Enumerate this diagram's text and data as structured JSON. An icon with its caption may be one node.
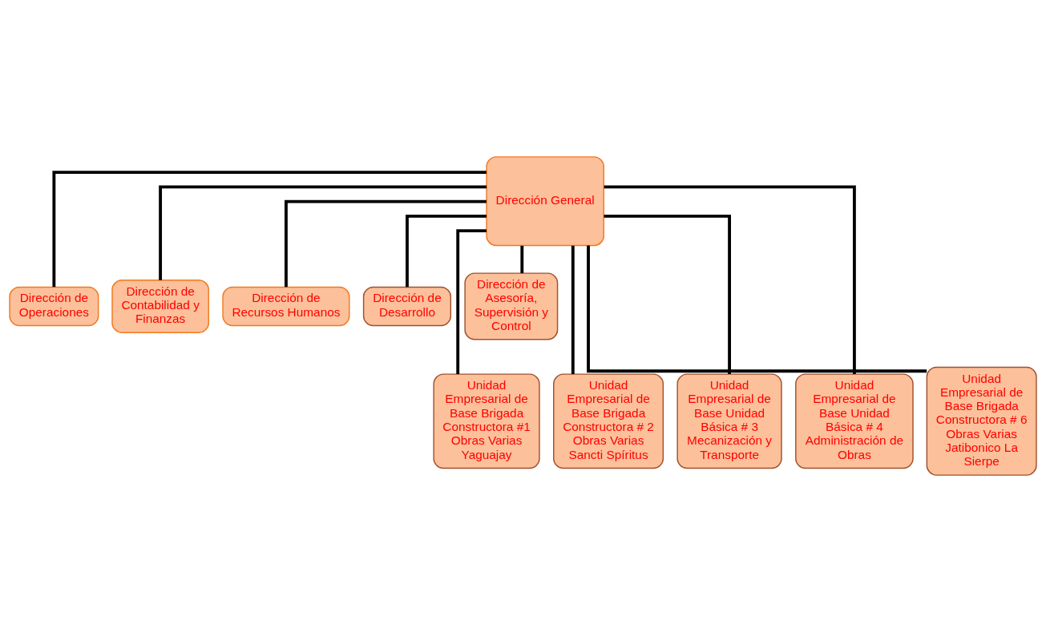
{
  "diagram": {
    "nodes": [
      {
        "text": [
          "Dirección General"
        ]
      },
      {
        "text": [
          "Dirección de Operaciones"
        ]
      },
      {
        "text": [
          "Dirección de Contabilidad y Finanzas"
        ]
      },
      {
        "text": [
          "Dirección de Recursos Humanos"
        ]
      },
      {
        "text": [
          "Dirección de Desarrollo"
        ]
      },
      {
        "text": [
          "Dirección de Asesoría, Supervisión y Control"
        ]
      },
      {
        "text": [
          "Unidad Empresarial de Base Brigada Constructora #1 Obras Varias Yaguajay"
        ]
      },
      {
        "text": [
          "Unidad Empresarial de Base Brigada Constructora # 2 Obras Varias Sancti Spíritus"
        ]
      },
      {
        "text": [
          "Unidad Empresarial de Base Unidad Básica # 3 Mecanización y Transporte"
        ]
      },
      {
        "text": [
          "Unidad Empresarial de Base Unidad Básica # 4 Administración de Obras"
        ]
      },
      {
        "text": [
          "Unidad Empresarial de Base Brigada Constructora # 6 Obras Varias Jatibonico La Sierpe"
        ]
      }
    ],
    "edges": [
      {
        "from": 0,
        "to": 1,
        "arrow": "none"
      },
      {
        "from": 0,
        "to": 2,
        "arrow": "none"
      },
      {
        "from": 0,
        "to": 3,
        "arrow": "none"
      },
      {
        "from": 0,
        "to": 4,
        "arrow": "none"
      },
      {
        "from": 0,
        "to": 5,
        "arrow": "none"
      },
      {
        "from": 0,
        "to": 6,
        "arrow": "none"
      },
      {
        "from": 0,
        "to": 7,
        "arrow": "none"
      },
      {
        "from": 0,
        "to": 8,
        "arrow": "none"
      },
      {
        "from": 0,
        "to": 9,
        "arrow": "none"
      },
      {
        "from": 0,
        "to": 10,
        "arrow": "none"
      }
    ]
  }
}
